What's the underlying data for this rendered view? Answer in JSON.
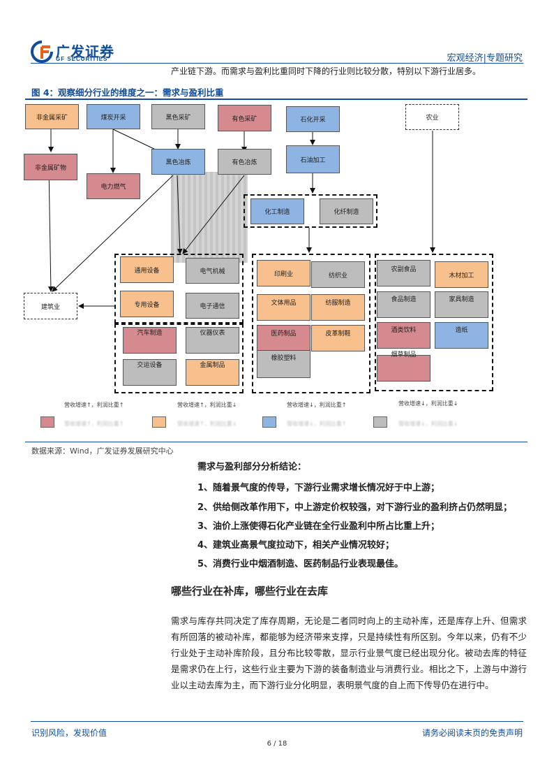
{
  "header": {
    "logo_cn": "广发证券",
    "logo_en": "GF SECURITIES",
    "section": "宏观经济|专题研究"
  },
  "intro_line": "产业链下游。而需求与盈利比重同时下降的行业则比较分散，特别以下游行业居多。",
  "figure": {
    "title": "图 4：观察细分行业的维度之一：需求与盈利比重",
    "nodes": {
      "fjsck": "非金属采矿",
      "mtkc": "煤炭开采",
      "hsck": "黑色采矿",
      "ysck": "有色采矿",
      "shkc": "石化开采",
      "nongye": "农业",
      "fjskw": "非金属矿物",
      "dlrq": "电力燃气",
      "hsyl": "黑色冶炼",
      "ysyl": "有色冶炼",
      "syjg": "石油加工",
      "hgzz": "化工制造",
      "hxzz": "化纤制造",
      "jzy": "建筑业",
      "tysb": "通用设备",
      "dqjx": "电气机械",
      "zysb": "专用设备",
      "dztx": "电子通信",
      "qczz": "汽车制造",
      "yqyb": "仪器仪表",
      "jysb": "交运设备",
      "jszp": "金属制品",
      "ysy": "印刷业",
      "fzy": "纺织业",
      "wtyp": "文体用品",
      "fzzz": "纺服制造",
      "yyzp": "医药制品",
      "pgzx": "皮革制鞋",
      "xjsl": "橡胶塑料",
      "nfsp": "农副食品",
      "mcjg": "木材加工",
      "spzz": "食品制造",
      "jjzz": "家具制造",
      "jsyl": "酒类饮料",
      "zz": "造纸",
      "ycp": "烟草制品"
    },
    "group_labels": {
      "g1": "营收增速↑，利润比重↑",
      "g2": "营收增速↑，利润比重↓",
      "g3": "营收增速↓，利润比重↑",
      "g4": "营收增速↓，利润比重↓"
    },
    "legend": [
      {
        "color": "#d48a8e",
        "label": "营收增速↑，利润比重↑"
      },
      {
        "color": "#f8c08c",
        "label": "营收增速↑，利润比重↓"
      },
      {
        "color": "#8eb4e3",
        "label": "营收增速↓，利润比重↑"
      },
      {
        "color": "#bdbdbd",
        "label": "营收增速↓，利润比重↓"
      }
    ]
  },
  "source": "数据来源：Wind，广发证券发展研究中心",
  "conclusion": {
    "title": "需求与盈利部分分析结论：",
    "items": [
      "1、随着景气度的传导，下游行业需求增长情况好于中上游；",
      "2、供给侧改革作用下，中上游定价权较强，对下游行业的盈利挤占仍然明显；",
      "3、油价上涨使得石化产业链在全行业盈利中所占比重上升；",
      "4、建筑业高景气度拉动下，相关产业情况较好；",
      "5、消费行业中烟酒制造、医药制品行业表现最佳。"
    ]
  },
  "section_title": "哪些行业在补库，哪些行业在去库",
  "paragraph": "需求与库存共同决定了库存周期，无论是二者同时向上的主动补库，还是库存上升、但需求有所回落的被动补库，都能够为经济带来支撑，只是持续性有所区别。今年以来，仍有不少行业处于主动补库阶段，且分布比较零散，显示行业景气度已经出现分化。被动去库的特征是需求仍在上行，这些行业主要为下游的装备制造业与消费行业。相比之下，上游与中游行业以主动去库为主，而下游行业分化明显，表明景气度的自上而下传导仍在进行中。",
  "footer": {
    "left": "识别风险，发现价值",
    "right": "请务必阅读末页的免责声明",
    "page": "6 / 18"
  }
}
